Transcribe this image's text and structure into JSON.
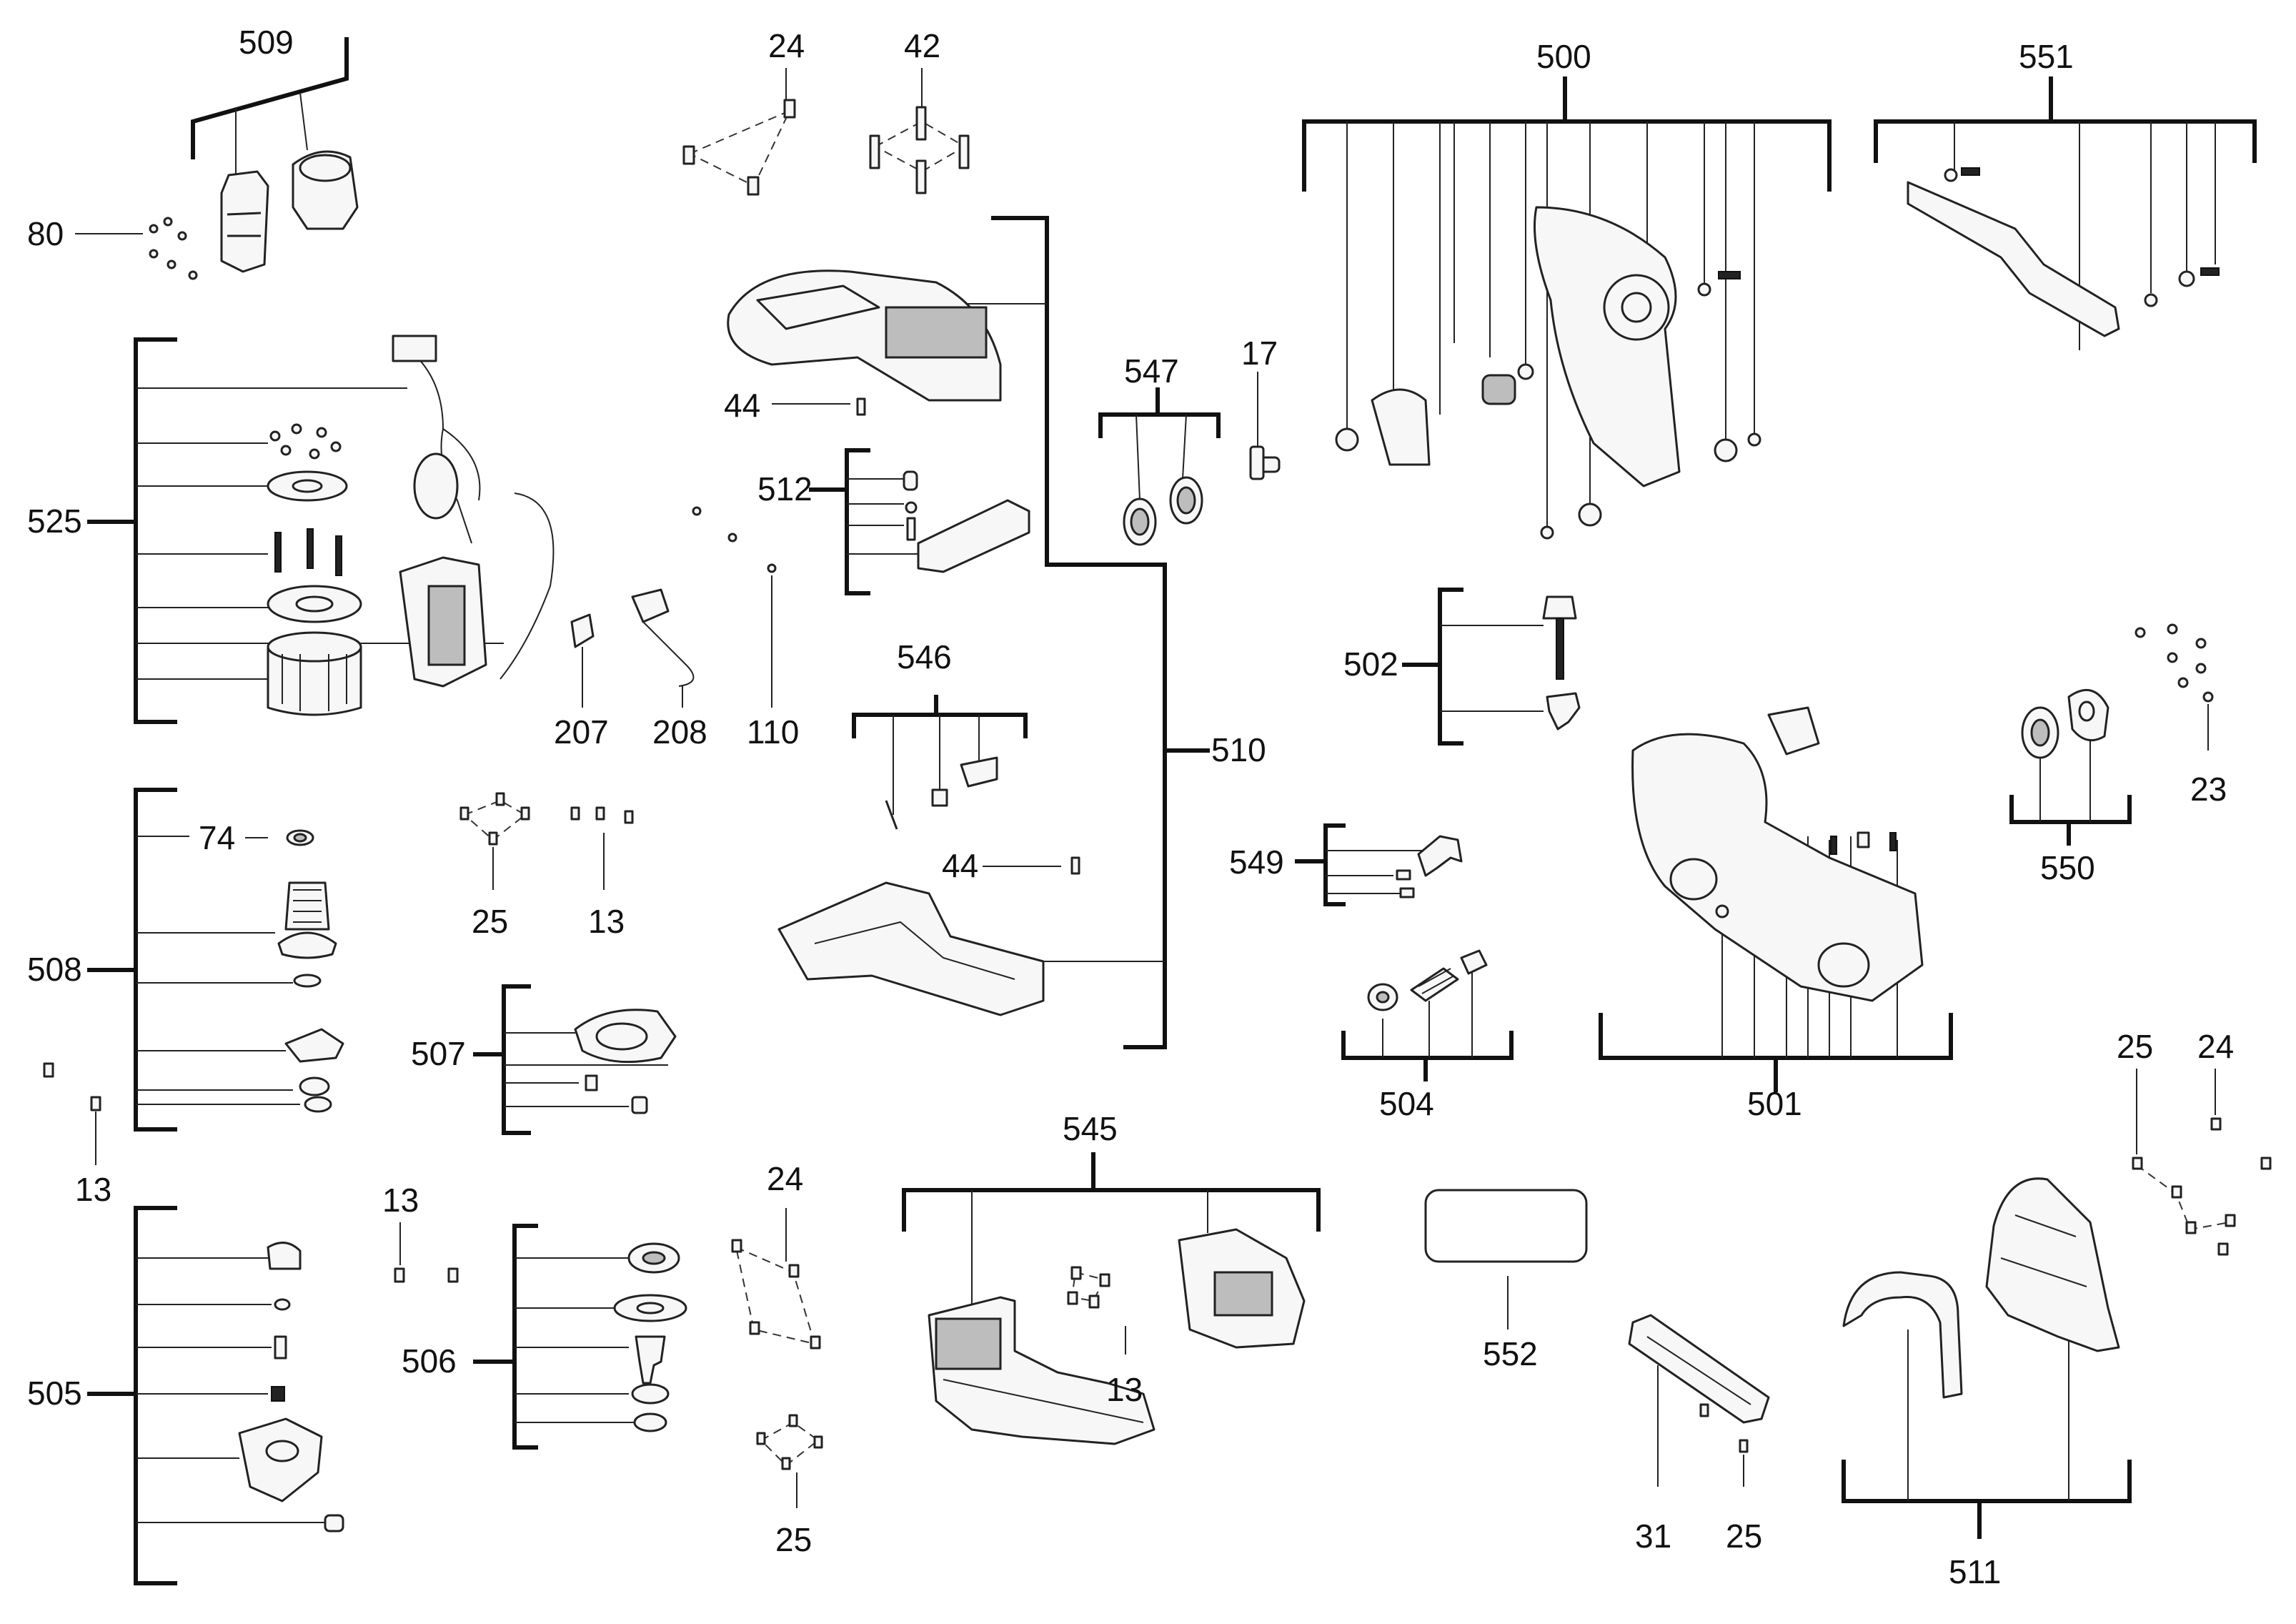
{
  "diagram": {
    "type": "exploded parts diagram",
    "callouts": {
      "c509": "509",
      "c80": "80",
      "c24a": "24",
      "c42": "42",
      "c500": "500",
      "c551": "551",
      "c547": "547",
      "c17": "17",
      "c525": "525",
      "c44a": "44",
      "c512": "512",
      "c207": "207",
      "c208": "208",
      "c110": "110",
      "c502": "502",
      "c23": "23",
      "c546": "546",
      "c510": "510",
      "c550": "550",
      "c508": "508",
      "c74": "74",
      "c25a": "25",
      "c13a": "13",
      "c44b": "44",
      "c549": "549",
      "c507": "507",
      "c504": "504",
      "c501": "501",
      "c13b": "13",
      "c545": "545",
      "c25b": "25",
      "c24c": "24",
      "c13c": "13",
      "c24b": "24",
      "c506": "506",
      "c552": "552",
      "c505": "505",
      "c13d": "13",
      "c31": "31",
      "c25c": "25",
      "c25d": "25",
      "c511": "511"
    }
  }
}
